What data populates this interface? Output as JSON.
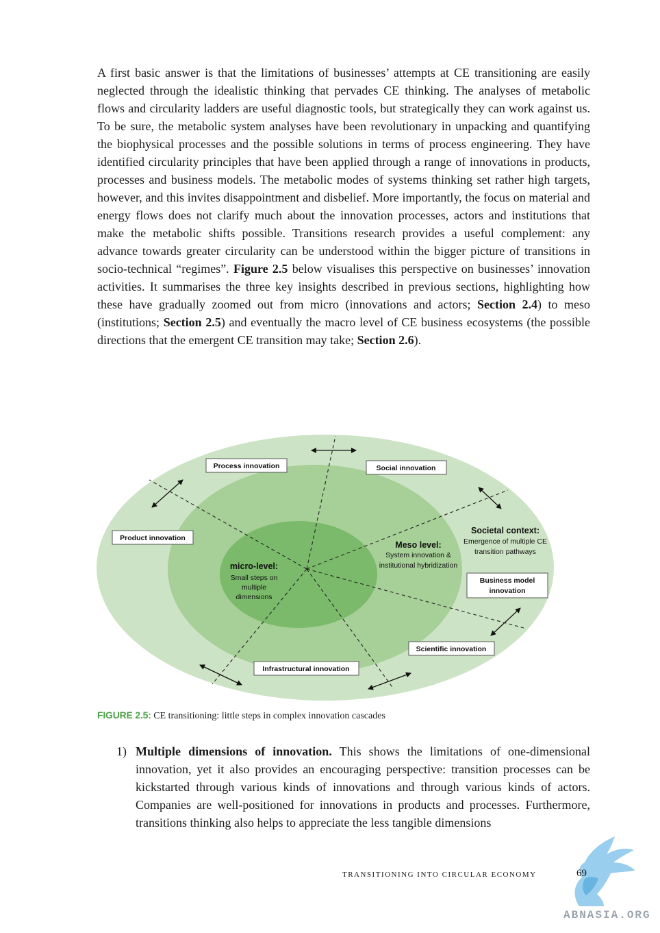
{
  "paragraph": {
    "p1": "A first basic answer is that the limitations of businesses’ attempts at CE transitioning are easily neglected through the idealistic thinking that pervades CE thinking. The analyses of metabolic flows and circularity ladders are useful diagnostic tools, but strategically they can work against us. To be sure, the metabolic system analyses have been revolutionary in unpacking and quantifying the biophysical processes and the possible solutions in terms of process engineering. They have identified circularity principles that have been applied through a range of innovations in products, processes and business models. The metabolic modes of systems thinking set rather high targets, however, and this invites disappointment and disbelief. More importantly, the focus on material and energy flows does not clarify much about the innovation processes, actors and institutions that make the metabolic shifts possible. Transitions research provides a useful complement: any advance towards greater circularity can be understood within the bigger picture of transitions in socio-technical “regimes”. ",
    "fig_ref": "Figure 2.5",
    "p2": " below visualises this perspective on businesses’ innovation activities. It summarises the three key insights described in previous sections, highlighting how these have gradually zoomed out from micro (innovations and actors; ",
    "sec24": "Section 2.4",
    "p3": ") to meso (institutions; ",
    "sec25": "Section 2.5",
    "p4": ") and eventually the macro level of CE business ecosystems (the possible directions that the emergent CE transition may take; ",
    "sec26": "Section 2.6",
    "p5": ")."
  },
  "figure": {
    "colors": {
      "outer": "#cde3c5",
      "middle": "#a7cf98",
      "inner": "#7aba6a"
    },
    "labels": {
      "process": "Process innovation",
      "social": "Social innovation",
      "product": "Product innovation",
      "business_1": "Business model",
      "business_2": "innovation",
      "scientific": "Scientific innovation",
      "infrastructural": "Infrastructural innovation"
    },
    "levels": {
      "micro_title": "micro-level:",
      "micro_1": "Small steps on",
      "micro_2": "multiple",
      "micro_3": "dimensions",
      "meso_title": "Meso level:",
      "meso_1": "System innovation &",
      "meso_2": "institutional hybridization",
      "societal_title": "Societal context:",
      "societal_1": "Emergence of multiple CE",
      "societal_2": "transition pathways"
    }
  },
  "caption": {
    "tag": "FIGURE 2.5:",
    "text": " CE transitioning: little steps in complex innovation cascades"
  },
  "list": {
    "num": "1)",
    "bold": "Multiple dimensions of innovation.",
    "text": " This shows the limitations of one-dimensional innovation, yet it also provides an encouraging perspective: transition processes can be kickstarted through various kinds of innovations and through various kinds of actors. Companies are well-positioned for innovations in products and processes. Furthermore, transitions thinking also helps to appreciate the less tangible dimensions"
  },
  "footer": {
    "title": "transitioning into circular economy",
    "page": "69"
  },
  "watermark": {
    "text": "ABNASIA.ORG",
    "icon": "griffin-logo-icon"
  }
}
